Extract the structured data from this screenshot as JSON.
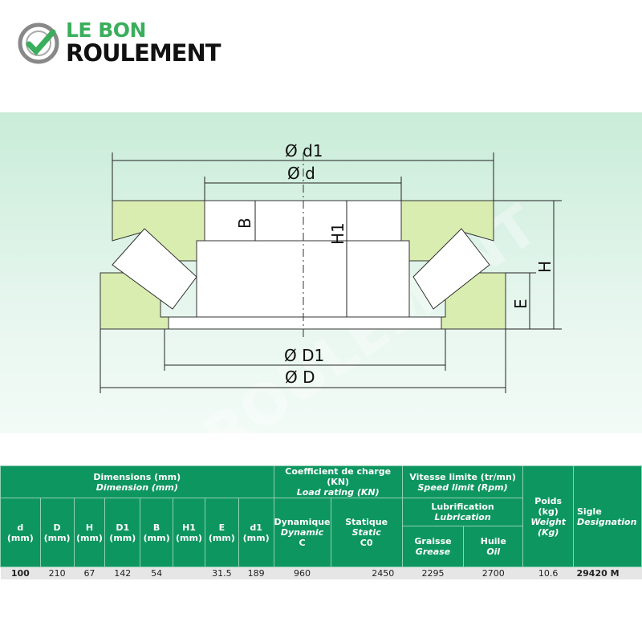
{
  "logo": {
    "line1": "LE BON",
    "line2": "ROULEMENT"
  },
  "diagram": {
    "labels": {
      "d1": "Ø d1",
      "d": "Ø d",
      "B": "B",
      "H1": "H1",
      "H": "H",
      "E": "E",
      "D1": "Ø D1",
      "D": "Ø D"
    },
    "watermark": "ROULEMENT"
  },
  "table": {
    "group_dimensions": {
      "fr": "Dimensions (mm)",
      "en": "Dimension (mm)"
    },
    "group_load": {
      "fr": "Coefficient de charge (KN)",
      "en": "Load rating (KN)"
    },
    "group_speed": {
      "fr": "Vitesse limite (tr/mn)",
      "en": "Speed limit (Rpm)"
    },
    "lubrication": {
      "fr": "Lubrification",
      "en": "Lubrication"
    },
    "dim_cols": [
      {
        "sym": "d",
        "unit": "(mm)"
      },
      {
        "sym": "D",
        "unit": "(mm)"
      },
      {
        "sym": "H",
        "unit": "(mm)"
      },
      {
        "sym": "D1",
        "unit": "(mm)"
      },
      {
        "sym": "B",
        "unit": "(mm)"
      },
      {
        "sym": "H1",
        "unit": "(mm)"
      },
      {
        "sym": "E",
        "unit": "(mm)"
      },
      {
        "sym": "d1",
        "unit": "(mm)"
      }
    ],
    "dynamic": {
      "fr": "Dynamique",
      "en": "Dynamic",
      "sym": "C"
    },
    "static": {
      "fr": "Statique",
      "en": "Static",
      "sym": "C0"
    },
    "grease": {
      "fr": "Graisse",
      "en": "Grease"
    },
    "oil": {
      "fr": "Huile",
      "en": "Oil"
    },
    "weight": {
      "fr": "Poids",
      "unit": "(kg)",
      "en": "Weight",
      "en_unit": "(Kg)"
    },
    "designation": {
      "fr": "Sigle",
      "en": "Designation"
    },
    "row": {
      "d": "100",
      "D": "210",
      "H": "67",
      "D1": "142",
      "B": "54",
      "H1": "",
      "E": "31.5",
      "d1": "189",
      "C": "960",
      "C0": "2450",
      "grease": "2295",
      "oil": "2700",
      "weight": "10.6",
      "designation": "29420 M"
    }
  }
}
